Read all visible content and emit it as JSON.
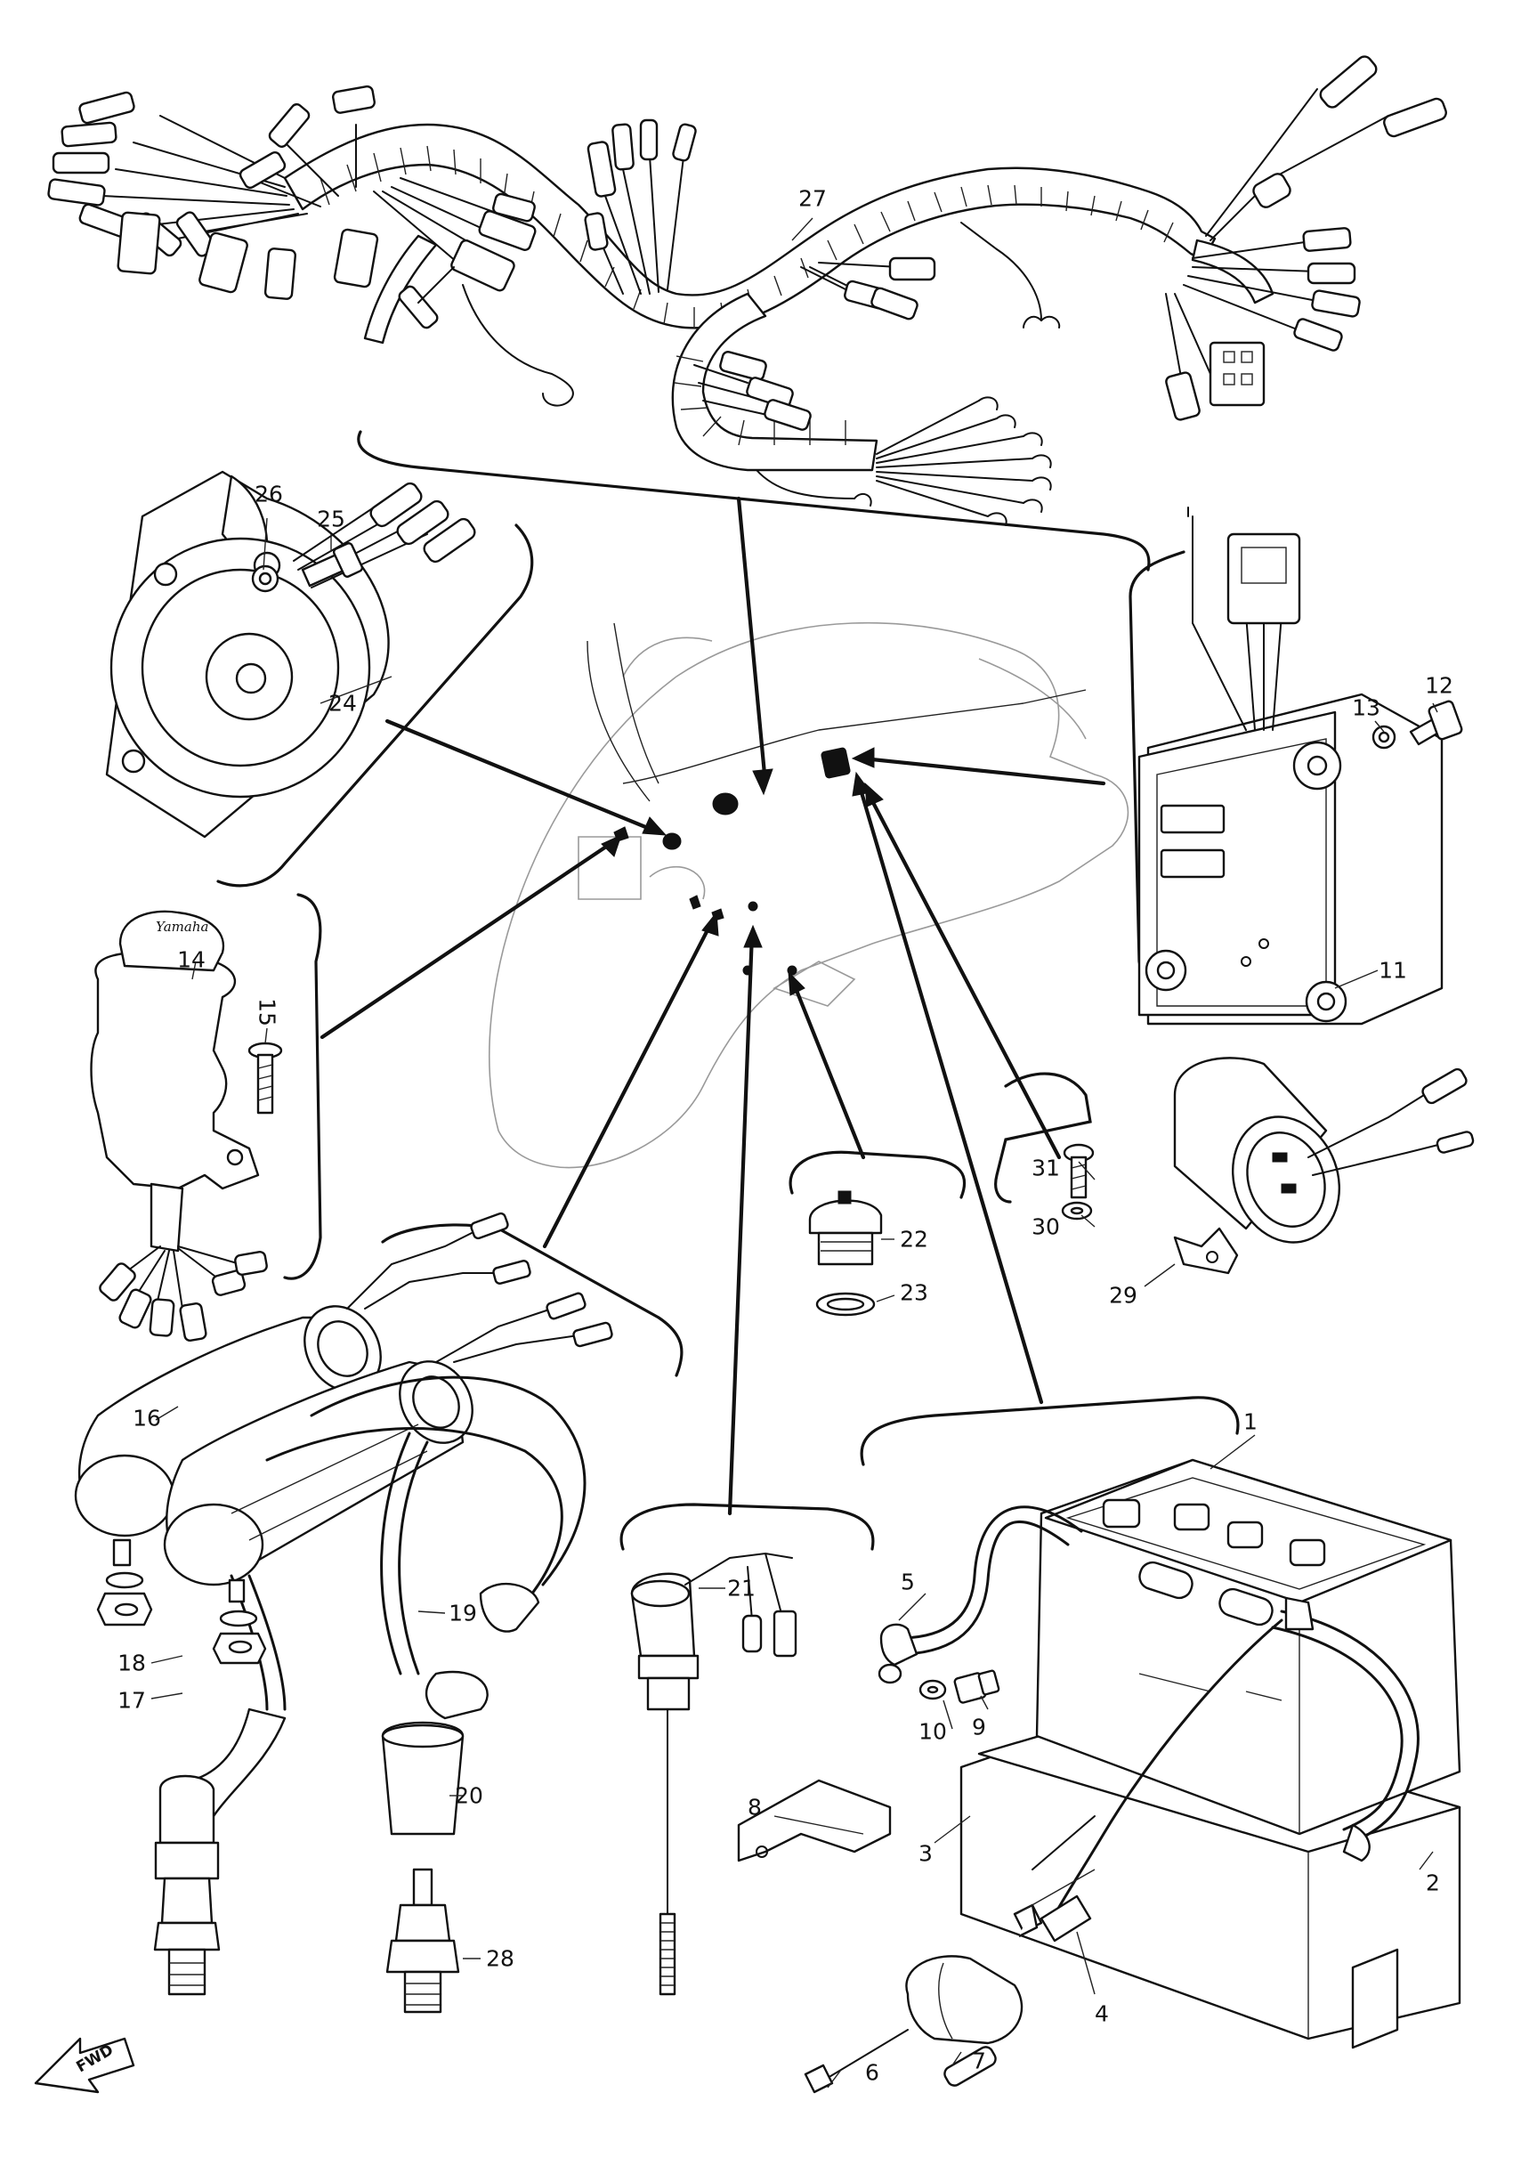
{
  "callouts": [
    {
      "id": "c1",
      "text": "1"
    },
    {
      "id": "c2",
      "text": "2"
    },
    {
      "id": "c3",
      "text": "3"
    },
    {
      "id": "c4",
      "text": "4"
    },
    {
      "id": "c5",
      "text": "5"
    },
    {
      "id": "c6",
      "text": "6"
    },
    {
      "id": "c7",
      "text": "7"
    },
    {
      "id": "c8",
      "text": "8"
    },
    {
      "id": "c9",
      "text": "9"
    },
    {
      "id": "c10",
      "text": "10"
    },
    {
      "id": "c11",
      "text": "11"
    },
    {
      "id": "c12",
      "text": "12"
    },
    {
      "id": "c13",
      "text": "13"
    },
    {
      "id": "c14",
      "text": "14"
    },
    {
      "id": "c15",
      "text": "15"
    },
    {
      "id": "c16",
      "text": "16"
    },
    {
      "id": "c17",
      "text": "17"
    },
    {
      "id": "c18",
      "text": "18"
    },
    {
      "id": "c19",
      "text": "19"
    },
    {
      "id": "c20",
      "text": "20"
    },
    {
      "id": "c21",
      "text": "21"
    },
    {
      "id": "c22",
      "text": "22"
    },
    {
      "id": "c23",
      "text": "23"
    },
    {
      "id": "c24",
      "text": "24"
    },
    {
      "id": "c25",
      "text": "25"
    },
    {
      "id": "c26",
      "text": "26"
    },
    {
      "id": "c27",
      "text": "27"
    },
    {
      "id": "c28",
      "text": "28"
    },
    {
      "id": "c29",
      "text": "29"
    },
    {
      "id": "c30",
      "text": "30"
    },
    {
      "id": "c31",
      "text": "31"
    }
  ],
  "direction_marker": {
    "text": "FWD",
    "icon": "arrow-left-icon"
  },
  "ignition_key_brand": "Yamaha"
}
